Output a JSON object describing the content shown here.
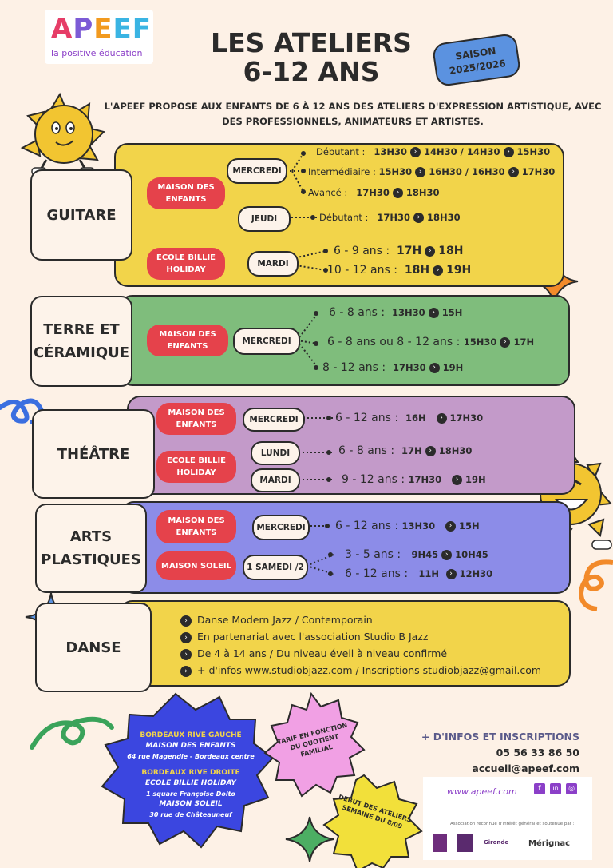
{
  "logo": {
    "letters": [
      "A",
      "P",
      "E",
      "EF"
    ],
    "tagline": "la positive éducation"
  },
  "title": {
    "line1": "LES ATELIERS",
    "line2": "6-12 ANS"
  },
  "season": {
    "line1": "SAISON",
    "line2": "2025/2026"
  },
  "intro": "L'APEEF PROPOSE AUX ENFANTS DE 6 À 12 ANS DES ATELIERS D'EXPRESSION ARTISTIQUE, AVEC DES PROFESSIONNELS, ANIMATEURS ET ARTISTES.",
  "colors": {
    "yellow": "#f2d44a",
    "green": "#7fbd7c",
    "purple": "#c39ac9",
    "blue": "#8c8ce8",
    "red": "#e5424b",
    "cream": "#fdf3ea",
    "navy_star": "#3b46e0"
  },
  "guitare": {
    "label": "GUITARE",
    "loc1": "MAISON DES ENFANTS",
    "loc2": "ECOLE BILLIE HOLIDAY",
    "day_mercredi": "MERCREDI",
    "day_jeudi": "JEUDI",
    "day_mardi": "MARDI",
    "r1": {
      "lvl": "Débutant :",
      "a": "13H30",
      "b": "14H30  /   14H30",
      "c": "15H30"
    },
    "r2": {
      "lvl": "Intermédiaire :",
      "a": "15H30",
      "b": "16H30  /  16H30",
      "c": "17H30"
    },
    "r3": {
      "lvl": "Avancé :",
      "a": "17H30",
      "b": "18H30"
    },
    "r4": {
      "lvl": "Débutant :",
      "a": "17H30",
      "b": "18H30"
    },
    "r5": {
      "lvl": "6 - 9 ans :",
      "a": "17H",
      "b": "18H"
    },
    "r6": {
      "lvl": "10 - 12 ans :",
      "a": "18H",
      "b": "19H"
    }
  },
  "terre": {
    "label1": "TERRE ET",
    "label2": "CÉRAMIQUE",
    "loc": "MAISON DES ENFANTS",
    "day": "MERCREDI",
    "r1": {
      "lvl": "6 - 8 ans :",
      "a": "13H30",
      "b": "15H"
    },
    "r2": {
      "lvl": "6 - 8 ans ou 8 - 12 ans :",
      "a": "15H30",
      "b": "17H"
    },
    "r3": {
      "lvl": "8 - 12 ans :",
      "a": "17H30",
      "b": "19H"
    }
  },
  "theatre": {
    "label": "THÉÂTRE",
    "loc1": "MAISON DES ENFANTS",
    "loc2": "ECOLE BILLIE HOLIDAY",
    "day1": "MERCREDI",
    "day2": "LUNDI",
    "day3": "MARDI",
    "r1": {
      "lvl": "6 - 12 ans :",
      "a": "16H",
      "b": "17H30"
    },
    "r2": {
      "lvl": "6 - 8 ans :",
      "a": "17H",
      "b": "18H30"
    },
    "r3": {
      "lvl": "9 - 12 ans :",
      "a": "17H30",
      "b": "19H"
    }
  },
  "arts": {
    "label1": "ARTS",
    "label2": "PLASTIQUES",
    "loc1": "MAISON DES ENFANTS",
    "loc2": "MAISON SOLEIL",
    "day1": "MERCREDI",
    "day2": "1 SAMEDI /2",
    "r1": {
      "lvl": "6 - 12 ans :",
      "a": "13H30",
      "b": "15H"
    },
    "r2": {
      "lvl": "3 - 5 ans :",
      "a": "9H45",
      "b": "10H45"
    },
    "r3": {
      "lvl": "6 - 12 ans :",
      "a": "11H",
      "b": "12H30"
    }
  },
  "danse": {
    "label": "DANSE",
    "items": [
      "Danse Modern Jazz / Contemporain",
      "En partenariat avec l'association Studio B Jazz",
      "De 4 à 14 ans / Du niveau éveil à niveau confirmé"
    ],
    "last_prefix": "+ d'infos ",
    "link": "www.studiobjazz.com",
    "last_suffix": " / Inscriptions studiobjazz@gmail.com"
  },
  "addresses": {
    "rg_title": "BORDEAUX RIVE GAUCHE",
    "rg_place": "MAISON DES ENFANTS",
    "rg_addr": "64 rue Magendie - Bordeaux centre",
    "rd_title": "BORDEAUX RIVE DROITE",
    "rd_place1": "ECOLE BILLIE HOLIDAY",
    "rd_addr1": "1 square Françoise Dolto",
    "rd_place2": "MAISON SOLEIL",
    "rd_addr2": "30 rue  de Châteauneuf"
  },
  "tarif": "TARIF EN FONCTION DU QUOTIENT FAMILIAL",
  "debut": "DEBUT DES ATELIERS SEMAINE DU 8/09",
  "contact": {
    "title": "+ D'INFOS ET INSCRIPTIONS",
    "phone": "05 56 33 86 50",
    "email": "accueil@apeef.com"
  },
  "footer": {
    "site": "www.apeef.com",
    "social": [
      "f",
      "in",
      "◎"
    ],
    "note": "Association reconnue d'intérêt général et soutenue par :",
    "partners": [
      "Gironde",
      "Mérignac"
    ]
  }
}
